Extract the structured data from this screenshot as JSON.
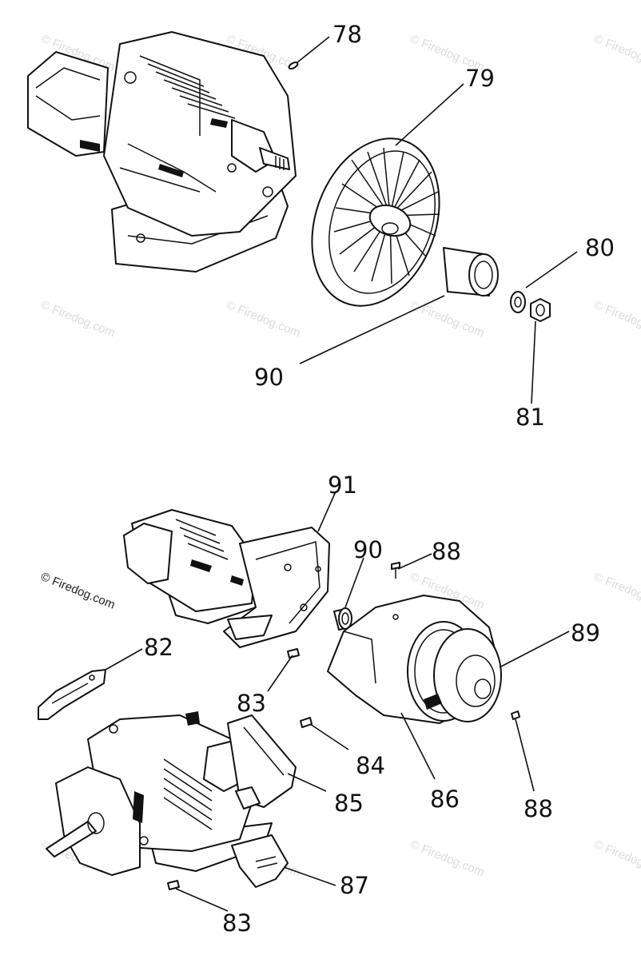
{
  "watermark": "© Firedog.com",
  "callouts": {
    "c78": "78",
    "c79": "79",
    "c80": "80",
    "c81": "81",
    "c90_top": "90",
    "c91": "91",
    "c90_mid": "90",
    "c88_top": "88",
    "c89": "89",
    "c82": "82",
    "c83_mid": "83",
    "c84": "84",
    "c85": "85",
    "c86": "86",
    "c88_bottom": "88",
    "c87": "87",
    "c83_bottom": "83"
  }
}
